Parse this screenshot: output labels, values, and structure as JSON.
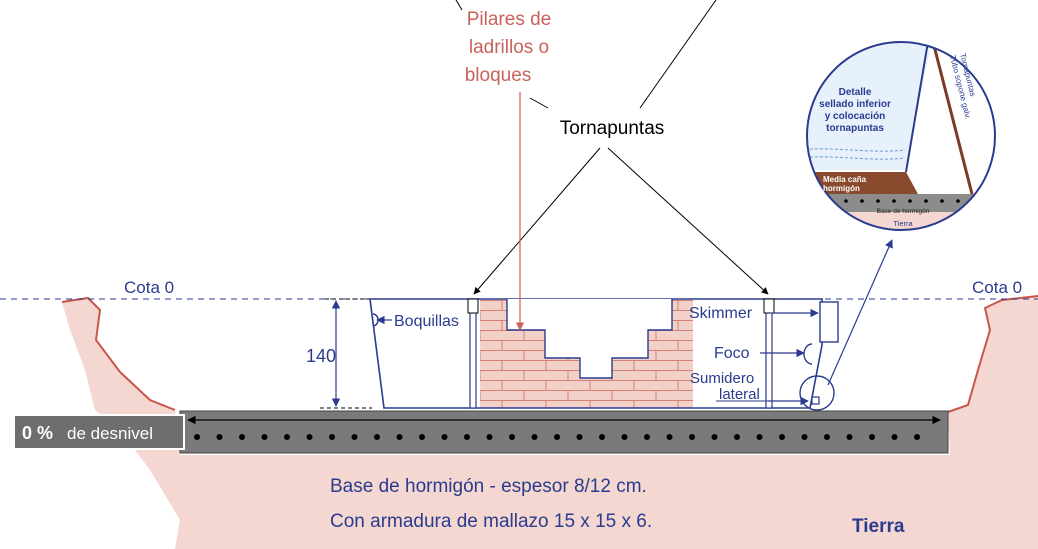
{
  "colors": {
    "earth_fill": "#f3d7d0",
    "earth_edge": "#c8554a",
    "pool_line": "#2b3b8f",
    "label_blue": "#2b3b8f",
    "label_red": "#c9625a",
    "brick_fill": "#f2cfc7",
    "brick_line": "#d27a6f",
    "slab_fill": "#7a7a7a",
    "badge_fill": "#6e6e6e",
    "black": "#000000",
    "white": "#ffffff"
  },
  "labels": {
    "pillars": [
      "Pilares de",
      "ladrillos o",
      "bloques"
    ],
    "tornapuntas": "Tornapuntas",
    "cota_left": "Cota 0",
    "cota_right": "Cota 0",
    "height": "140",
    "boquillas": "Boquillas",
    "skimmer": "Skimmer",
    "foco": "Foco",
    "sumidero": [
      "Sumidero",
      "lateral"
    ],
    "slope_bold": "0 %",
    "slope_text": "de desnivel",
    "base_line1": "Base de hormigón - espesor 8/12 cm.",
    "base_line2": "Con armadura de mallazo 15 x 15 x 6.",
    "tierra": "Tierra"
  },
  "detail": {
    "title": [
      "Detalle",
      "sellado inferior",
      "y colocación",
      "tornapuntas"
    ],
    "side": [
      "Tornapuntas",
      "Tubo soporte galv."
    ],
    "media_cana": [
      "Media caña",
      "hormigón"
    ],
    "base": "Base de hormigón",
    "tierra": "Tierra"
  },
  "icons": {
    "arrow": "arrow-icon",
    "dot": "rebar-dot-icon",
    "circle": "detail-magnifier-icon"
  }
}
